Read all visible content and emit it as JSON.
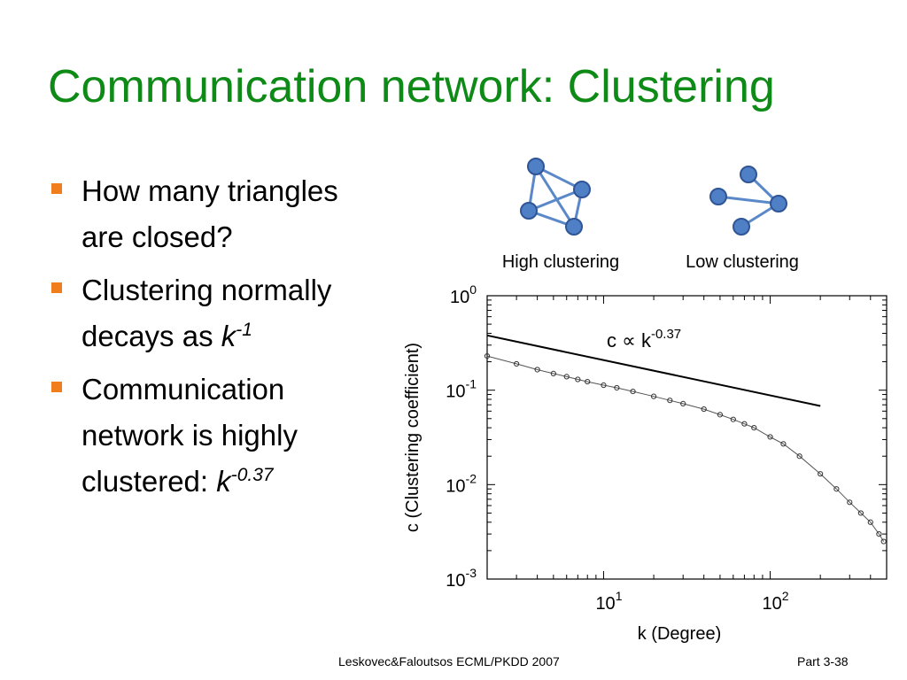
{
  "slide": {
    "title": "Communication network: Clustering",
    "bullets": [
      {
        "lines": [
          "How many triangles",
          "are closed?"
        ]
      },
      {
        "line1": "Clustering normally",
        "line2_pre": "decays as ",
        "base": "k",
        "exp": "-1"
      },
      {
        "line1": "Communication",
        "line2": "network is highly",
        "line3_pre": "clustered: ",
        "base": "k",
        "exp": "-0.37"
      }
    ],
    "graphs": {
      "high_label": "High clustering",
      "low_label": "Low clustering",
      "node_color": "#4f7fc4",
      "edge_color": "#5a88c8"
    },
    "footer": {
      "center": "Leskovec&Faloutsos ECML/PKDD 2007",
      "right": "Part 3-38"
    },
    "accent_color": "#0e8a16",
    "bullet_color": "#f07d1e"
  },
  "chart_data": {
    "type": "scatter",
    "xlabel": "k (Degree)",
    "ylabel": "c (Clustering coefficient)",
    "x_scale": "log",
    "y_scale": "log",
    "xlim": [
      2,
      500
    ],
    "ylim": [
      0.001,
      1
    ],
    "x_ticks": [
      {
        "base": "10",
        "exp": "1",
        "value": 10
      },
      {
        "base": "10",
        "exp": "2",
        "value": 100
      }
    ],
    "y_ticks": [
      {
        "base": "10",
        "exp": "0",
        "value": 1
      },
      {
        "base": "10",
        "exp": "-1",
        "value": 0.1
      },
      {
        "base": "10",
        "exp": "-2",
        "value": 0.01
      },
      {
        "base": "10",
        "exp": "-3",
        "value": 0.001
      }
    ],
    "annotation": {
      "text": "c ∝ k",
      "exp": "-0.37"
    },
    "fit_line": {
      "x": [
        2,
        200
      ],
      "y": [
        0.38,
        0.068
      ],
      "exponent": -0.37
    },
    "series": [
      {
        "marker": "circle-open",
        "x": [
          2,
          3,
          4,
          5,
          6,
          7,
          8,
          10,
          12,
          15,
          20,
          25,
          30,
          40,
          50,
          60,
          70,
          80,
          100,
          120,
          150,
          200,
          250,
          300,
          350,
          400,
          450,
          480
        ],
        "y": [
          0.23,
          0.19,
          0.165,
          0.15,
          0.139,
          0.13,
          0.123,
          0.113,
          0.106,
          0.097,
          0.086,
          0.078,
          0.072,
          0.063,
          0.055,
          0.049,
          0.044,
          0.04,
          0.032,
          0.027,
          0.02,
          0.013,
          0.009,
          0.0065,
          0.005,
          0.004,
          0.003,
          0.0025
        ]
      }
    ]
  }
}
